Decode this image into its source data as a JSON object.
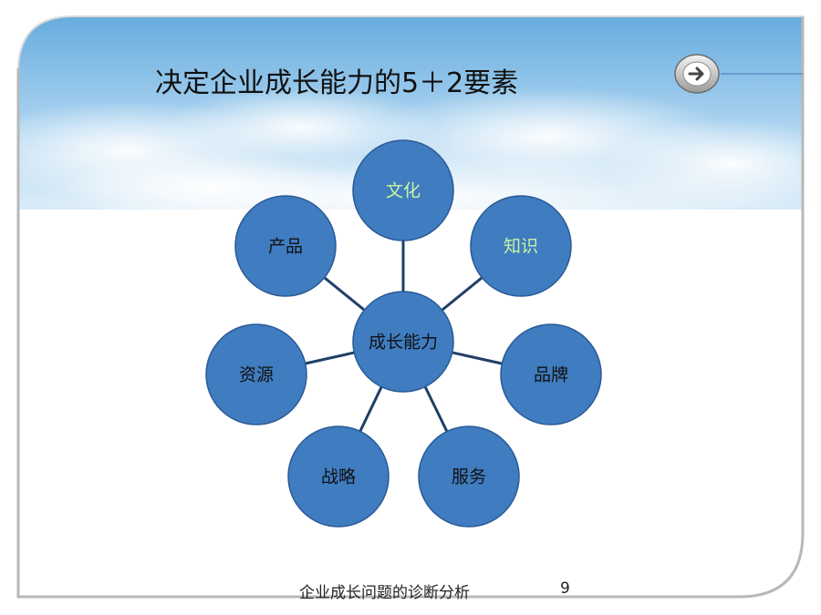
{
  "slide": {
    "title": "决定企业成长能力的5＋2要素",
    "footer": "企业成长问题的诊断分析",
    "page_number": "9"
  },
  "diagram": {
    "center": {
      "id": "center",
      "label": "成长能力"
    },
    "nodes": [
      {
        "id": "culture",
        "label": "文化",
        "highlight": true
      },
      {
        "id": "knowledge",
        "label": "知识",
        "highlight": true
      },
      {
        "id": "brand",
        "label": "品牌",
        "highlight": false
      },
      {
        "id": "service",
        "label": "服务",
        "highlight": false
      },
      {
        "id": "strategy",
        "label": "战略",
        "highlight": false
      },
      {
        "id": "resources",
        "label": "资源",
        "highlight": false
      },
      {
        "id": "product",
        "label": "产品",
        "highlight": false
      }
    ],
    "colors": {
      "node_fill": "#3f7cc0",
      "node_stroke": "#2a5a95",
      "connector": "#1f3f66",
      "label_default": "#111111",
      "label_highlight": "#c8f5a0"
    }
  },
  "icons": {
    "next": "arrow-right-circle-icon"
  }
}
